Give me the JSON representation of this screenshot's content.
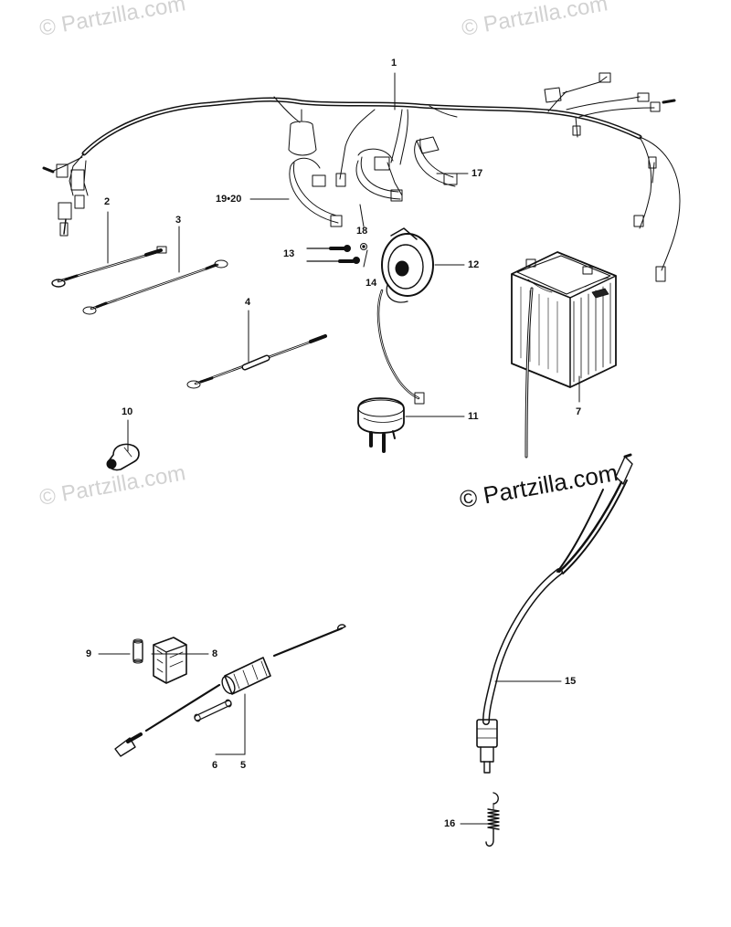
{
  "watermarks": {
    "top_left": "© Partzilla.com",
    "top_right": "© Partzilla.com",
    "mid_left": "© Partzilla.com",
    "mid_right": "© Partzilla.com"
  },
  "callouts": {
    "c1": "1",
    "c2": "2",
    "c3": "3",
    "c4": "4",
    "c5": "5",
    "c6": "6",
    "c7": "7",
    "c8": "8",
    "c9": "9",
    "c10": "10",
    "c11": "11",
    "c12": "12",
    "c13": "13",
    "c14": "14",
    "c15": "15",
    "c16": "16",
    "c17": "17",
    "c18": "18",
    "c19_20": "19•20"
  },
  "parts": [
    {
      "ref": "1",
      "name": "wiring-harness"
    },
    {
      "ref": "2",
      "name": "lead-wire"
    },
    {
      "ref": "3",
      "name": "lead-wire"
    },
    {
      "ref": "4",
      "name": "lead-wire"
    },
    {
      "ref": "5",
      "name": "fuse-holder-lead"
    },
    {
      "ref": "6",
      "name": "fuse"
    },
    {
      "ref": "7",
      "name": "battery"
    },
    {
      "ref": "8",
      "name": "fuse-box"
    },
    {
      "ref": "9",
      "name": "fuse"
    },
    {
      "ref": "10",
      "name": "terminal-cap"
    },
    {
      "ref": "11",
      "name": "flasher-relay"
    },
    {
      "ref": "12",
      "name": "horn"
    },
    {
      "ref": "13",
      "name": "bolt"
    },
    {
      "ref": "14",
      "name": "washer"
    },
    {
      "ref": "15",
      "name": "brake-switch"
    },
    {
      "ref": "16",
      "name": "spring"
    },
    {
      "ref": "17",
      "name": "band"
    },
    {
      "ref": "18",
      "name": "band"
    },
    {
      "ref": "19•20",
      "name": "band"
    }
  ]
}
